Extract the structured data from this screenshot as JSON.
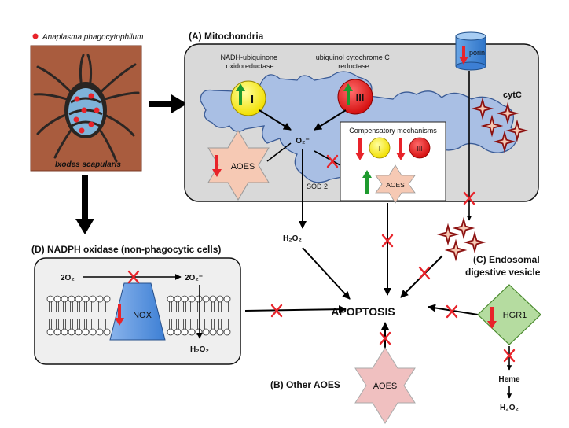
{
  "legend": {
    "pathogen_label": "Anaplasma phagocytophilum"
  },
  "tick": {
    "label": "Ixodes scapularis"
  },
  "mitochondria": {
    "title": "(A) Mitochondria",
    "complex1_name_line1": "NADH-ubiquinone",
    "complex1_name_line2": "oxidoreductase",
    "complex1_label": "I",
    "complex3_name_line1": "ubiquinol cytochrome C",
    "complex3_name_line2": "reductase",
    "complex3_label": "III",
    "porin_label": "porin",
    "cytc_label": "cytC",
    "superoxide_label": "O₂⁻",
    "aoes_label": "AOES",
    "sod_label": "SOD 2",
    "compensatory": {
      "title": "Compensatory mechanisms",
      "c1_label": "I",
      "c3_label": "III",
      "aoes_label": "AOES"
    }
  },
  "h2o2_label": "H₂O₂",
  "apoptosis_label": "APOPTOSIS",
  "nadph": {
    "title": "(D) NADPH oxidase (non-phagocytic cells)",
    "o2_label": "2O₂",
    "superoxide_label": "2O₂⁻",
    "nox_label": "NOX",
    "h2o2_label": "H₂O₂"
  },
  "endosomal": {
    "title_line1": "(C) Endosomal",
    "title_line2": "digestive vesicle",
    "hgr1_label": "HGR1",
    "heme_label": "Heme",
    "h2o2_label": "H₂O₂"
  },
  "other_aoes": {
    "title": "(B) Other AOES",
    "aoes_label": "AOES"
  },
  "colors": {
    "mito_fill": "#d9d9d9",
    "membrane_fill": "#a9bfe4",
    "yellow": "#ffee1a",
    "red_complex": "#e81b1b",
    "star_fill": "#f6c9b4",
    "green": "#1e9a2e",
    "inhibit": "#e8232a",
    "hgr1_fill": "#b5dca0"
  }
}
